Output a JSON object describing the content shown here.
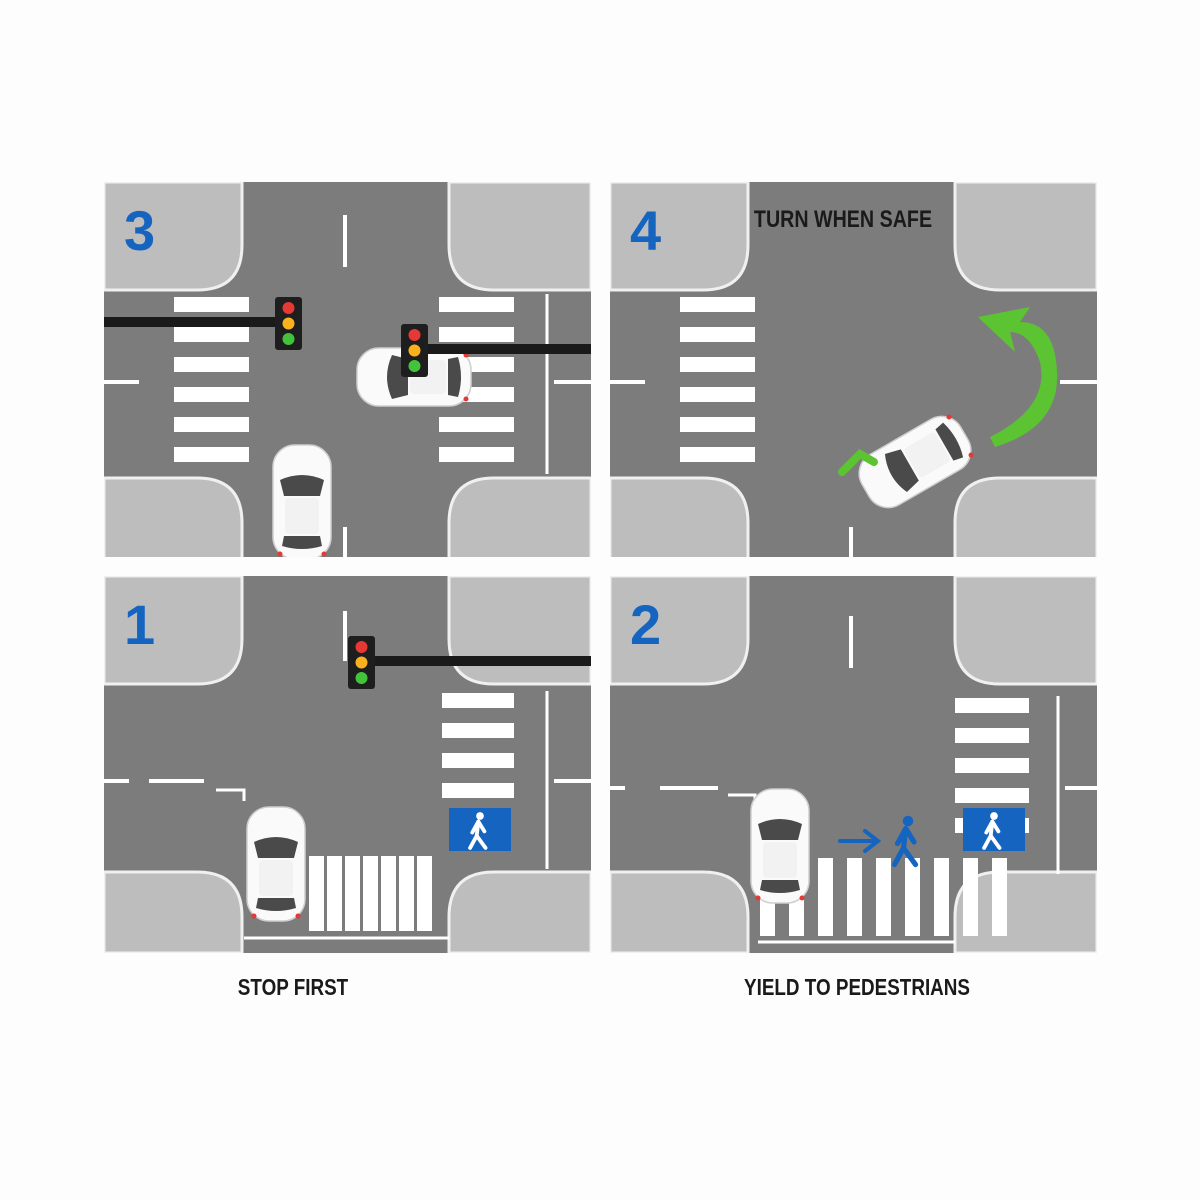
{
  "panels": [
    {
      "id": "p3",
      "number": "3",
      "text": ""
    },
    {
      "id": "p4",
      "number": "4",
      "text": "TURN WHEN SAFE"
    },
    {
      "id": "p1",
      "number": "1",
      "text": ""
    },
    {
      "id": "p2",
      "number": "2",
      "text": ""
    }
  ],
  "captions": {
    "step1": "STOP FIRST",
    "step2": "YIELD TO PEDESTRIANS"
  },
  "colors": {
    "road": "#7c7c7c",
    "sidewalk": "#bdbdbd",
    "number": "#1565c0",
    "arrow_green": "#5cc433",
    "sign_blue": "#1565c0",
    "light_red": "#e53935",
    "light_amber": "#f9b21d",
    "light_green": "#43c23b"
  },
  "icons": [
    "traffic-light-icon",
    "car-icon",
    "pedestrian-icon",
    "pedestrian-crossing-sign-icon",
    "turn-arrow-icon",
    "right-arrow-icon",
    "checkmark-icon"
  ]
}
